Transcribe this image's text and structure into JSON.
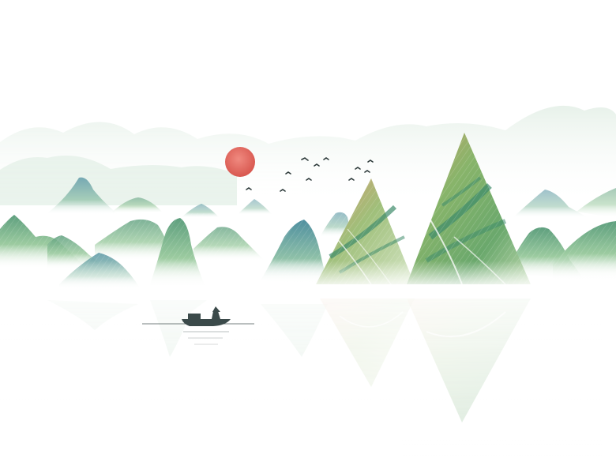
{
  "scene": {
    "description_colors": {
      "sun": "#e06a63",
      "mountain_green": "#7fb87a",
      "mountain_teal": "#5ea59a",
      "zongzi_dark": "#3f8c6b",
      "zongzi_warm": "#d99a6c",
      "boat": "#3b4a4a",
      "birds": "#2d3a3a",
      "mist": "#ffffff"
    },
    "elements": {
      "sun": "sun",
      "birds": "flock-of-birds",
      "boat": "boat-with-fisherman",
      "zongzi": "zongzi-mountains"
    }
  }
}
